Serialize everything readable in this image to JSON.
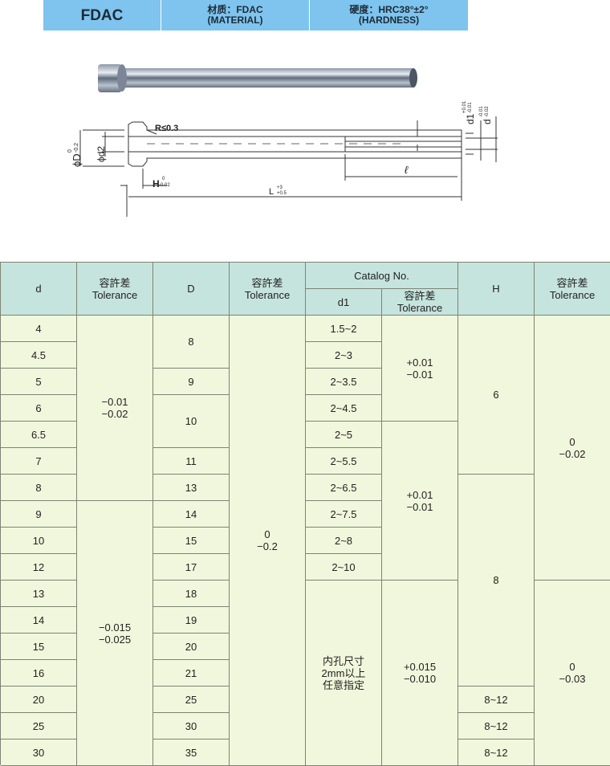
{
  "banner": {
    "code": "FDAC",
    "material_line1": "材质：FDAC",
    "material_line2": "(MATERIAL)",
    "hardness_line1": "硬度：HRC38°±2°",
    "hardness_line2": "(HARDNESS)"
  },
  "colors": {
    "banner": "#7ec4ee",
    "header": "#c6e4de",
    "body": "#f1f7dc",
    "border": "#7d8472"
  },
  "drawing": {
    "radius": "R≤0.3",
    "D_label": "ϕD",
    "D_tol_upper": "0",
    "D_tol_lower": "-0.2",
    "d2_label": "ϕd2",
    "H_label": "H",
    "H_tol_upper": "0",
    "H_tol_lower": "-0.02",
    "L_label": "L",
    "L_tol_upper": "+3",
    "L_tol_lower": "+0.5",
    "l_label": "ℓ",
    "d1_label": "d1",
    "d1_tol_upper": "+0.01",
    "d1_tol_lower": "-0.01",
    "d_label": "d",
    "d_tol_upper": "-0.01",
    "d_tol_lower": "-0.02"
  },
  "table": {
    "headers": [
      {
        "lines": [
          "d"
        ],
        "col": 1,
        "row": 1,
        "rs": 2
      },
      {
        "lines": [
          "容許差",
          "Tolerance"
        ],
        "col": 2,
        "row": 1,
        "rs": 2
      },
      {
        "lines": [
          "D"
        ],
        "col": 3,
        "row": 1,
        "rs": 2
      },
      {
        "lines": [
          "容許差",
          "Tolerance"
        ],
        "col": 4,
        "row": 1,
        "rs": 2
      },
      {
        "lines": [
          "Catalog No."
        ],
        "col": 5,
        "row": 1,
        "rs": 1,
        "cs": 2
      },
      {
        "lines": [
          "d1"
        ],
        "col": 5,
        "row": 2,
        "rs": 1
      },
      {
        "lines": [
          "容許差",
          "Tolerance"
        ],
        "col": 6,
        "row": 2,
        "rs": 1
      },
      {
        "lines": [
          "H"
        ],
        "col": 7,
        "row": 1,
        "rs": 2
      },
      {
        "lines": [
          "容許差",
          "Tolerance"
        ],
        "col": 8,
        "row": 1,
        "rs": 2
      }
    ],
    "columns": [
      [
        {
          "t": [
            "4"
          ]
        },
        {
          "t": [
            "4.5"
          ]
        },
        {
          "t": [
            "5"
          ]
        },
        {
          "t": [
            "6"
          ]
        },
        {
          "t": [
            "6.5"
          ]
        },
        {
          "t": [
            "7"
          ]
        },
        {
          "t": [
            "8"
          ]
        },
        {
          "t": [
            "9"
          ]
        },
        {
          "t": [
            "10"
          ]
        },
        {
          "t": [
            "12"
          ]
        },
        {
          "t": [
            "13"
          ]
        },
        {
          "t": [
            "14"
          ]
        },
        {
          "t": [
            "15"
          ]
        },
        {
          "t": [
            "16"
          ]
        },
        {
          "t": [
            "20"
          ]
        },
        {
          "t": [
            "25"
          ]
        },
        {
          "t": [
            "30"
          ]
        }
      ],
      [
        {
          "t": [
            "−0.01",
            "−0.02"
          ],
          "span": 7
        },
        {
          "t": [
            "−0.015",
            "−0.025"
          ],
          "span": 10
        }
      ],
      [
        {
          "t": [
            "8"
          ],
          "span": 2
        },
        {
          "t": [
            "9"
          ]
        },
        {
          "t": [
            "10"
          ],
          "span": 2
        },
        {
          "t": [
            "11"
          ]
        },
        {
          "t": [
            "13"
          ]
        },
        {
          "t": [
            "14"
          ]
        },
        {
          "t": [
            "15"
          ]
        },
        {
          "t": [
            "17"
          ]
        },
        {
          "t": [
            "18"
          ]
        },
        {
          "t": [
            "19"
          ]
        },
        {
          "t": [
            "20"
          ]
        },
        {
          "t": [
            "21"
          ]
        },
        {
          "t": [
            "25"
          ]
        },
        {
          "t": [
            "30"
          ]
        },
        {
          "t": [
            "35"
          ]
        }
      ],
      [
        {
          "t": [
            "0",
            "−0.2"
          ],
          "span": 17
        }
      ],
      [
        {
          "t": [
            "1.5~2"
          ]
        },
        {
          "t": [
            "2~3"
          ]
        },
        {
          "t": [
            "2~3.5"
          ]
        },
        {
          "t": [
            "2~4.5"
          ]
        },
        {
          "t": [
            "2~5"
          ]
        },
        {
          "t": [
            "2~5.5"
          ]
        },
        {
          "t": [
            "2~6.5"
          ]
        },
        {
          "t": [
            "2~7.5"
          ]
        },
        {
          "t": [
            "2~8"
          ]
        },
        {
          "t": [
            "2~10"
          ]
        },
        {
          "t": [
            "内孔尺寸",
            "2mm以上",
            "任意指定"
          ],
          "span": 7
        }
      ],
      [
        {
          "t": [
            "+0.01",
            "−0.01"
          ],
          "span": 4
        },
        {
          "t": [
            "+0.01",
            "−0.01"
          ],
          "span": 6
        },
        {
          "t": [
            "+0.015",
            "−0.010"
          ],
          "span": 7
        }
      ],
      [
        {
          "t": [
            "6"
          ],
          "span": 6
        },
        {
          "t": [
            "8"
          ],
          "span": 8
        },
        {
          "t": [
            "8~12"
          ]
        },
        {
          "t": [
            "8~12"
          ]
        },
        {
          "t": [
            "8~12"
          ]
        }
      ],
      [
        {
          "t": [
            "0",
            "−0.02"
          ],
          "span": 10
        },
        {
          "t": [
            "0",
            "−0.03"
          ],
          "span": 7
        }
      ]
    ]
  }
}
